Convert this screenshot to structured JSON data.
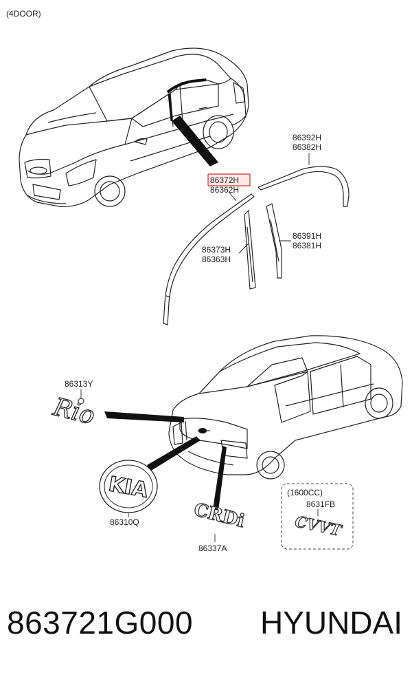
{
  "header": {
    "variant": "(4DOOR)"
  },
  "labels": {
    "highlight_primary": "86372H",
    "highlight_secondary": "86362H",
    "roof_rear_a": "86392H",
    "roof_rear_b": "86382H",
    "pillar_mid_a": "86373H",
    "pillar_mid_b": "86363H",
    "pillar_rear_a": "86391H",
    "pillar_rear_b": "86381H",
    "emblem_rio": "86313Y",
    "emblem_kia": "86310Q",
    "emblem_crdi": "86337A",
    "cvvt_group": "(1600CC)",
    "emblem_cvvt": "8631FB"
  },
  "emblems": {
    "kia": "KIA",
    "rio": "Rio",
    "crdi": "CRDi",
    "cvvt": "CVVT"
  },
  "footer": {
    "part_number": "863721G000",
    "brand": "HYUNDAI"
  },
  "colors": {
    "highlight_border": "#d2302e",
    "line": "#222222"
  }
}
